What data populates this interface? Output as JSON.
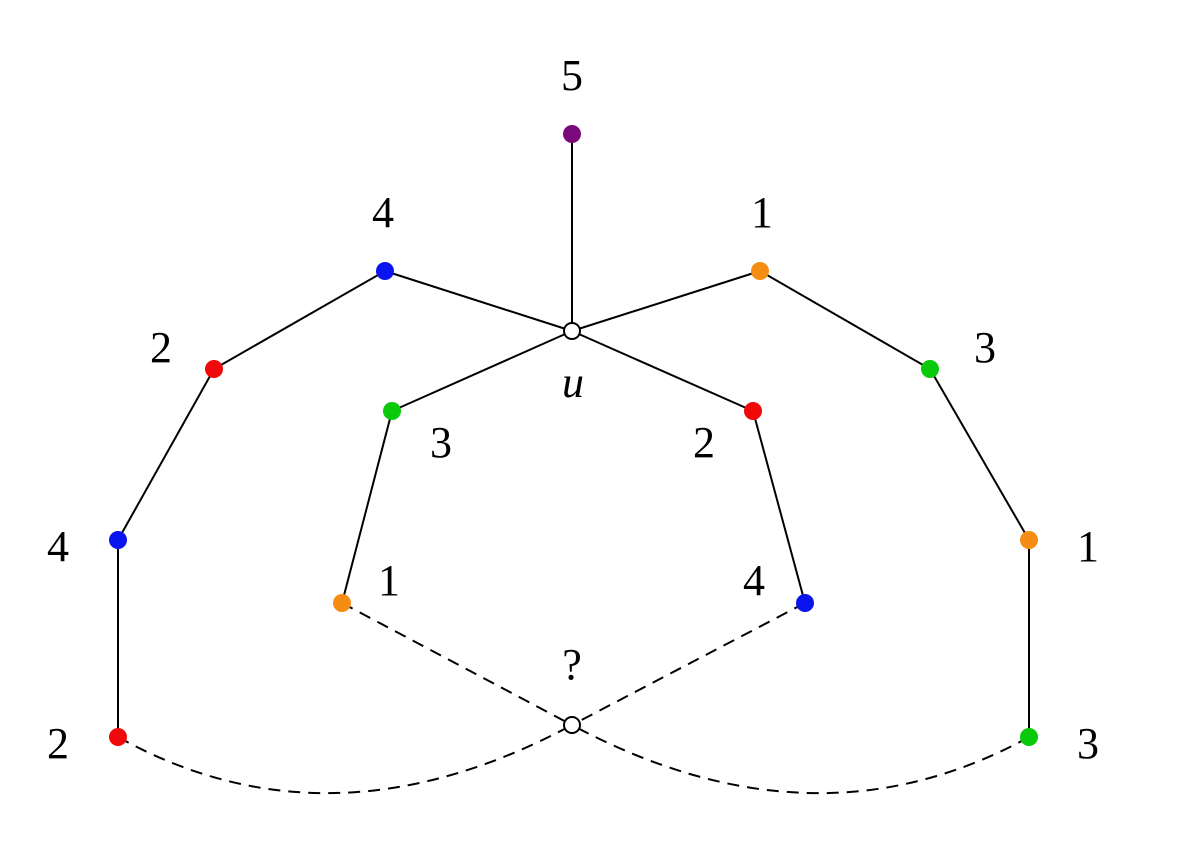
{
  "colors": {
    "purple": "#7a0a7a",
    "blue": "#0a14ee",
    "red": "#ee0a0a",
    "green": "#0ac80a",
    "orange": "#f58c14"
  },
  "center_label": "u",
  "question_label": "?",
  "vertices": [
    {
      "id": "top",
      "color": "purple",
      "label": "5"
    },
    {
      "id": "upper-left",
      "color": "blue",
      "label": "4"
    },
    {
      "id": "upper-right",
      "color": "orange",
      "label": "1"
    },
    {
      "id": "left-2",
      "color": "red",
      "label": "2"
    },
    {
      "id": "left-4",
      "color": "blue",
      "label": "4"
    },
    {
      "id": "left-bottom",
      "color": "red",
      "label": "2"
    },
    {
      "id": "right-3",
      "color": "green",
      "label": "3"
    },
    {
      "id": "right-1",
      "color": "orange",
      "label": "1"
    },
    {
      "id": "right-bottom",
      "color": "green",
      "label": "3"
    },
    {
      "id": "inner-left-3",
      "color": "green",
      "label": "3"
    },
    {
      "id": "inner-left-1",
      "color": "orange",
      "label": "1"
    },
    {
      "id": "inner-right-2",
      "color": "red",
      "label": "2"
    },
    {
      "id": "inner-right-4",
      "color": "blue",
      "label": "4"
    }
  ]
}
